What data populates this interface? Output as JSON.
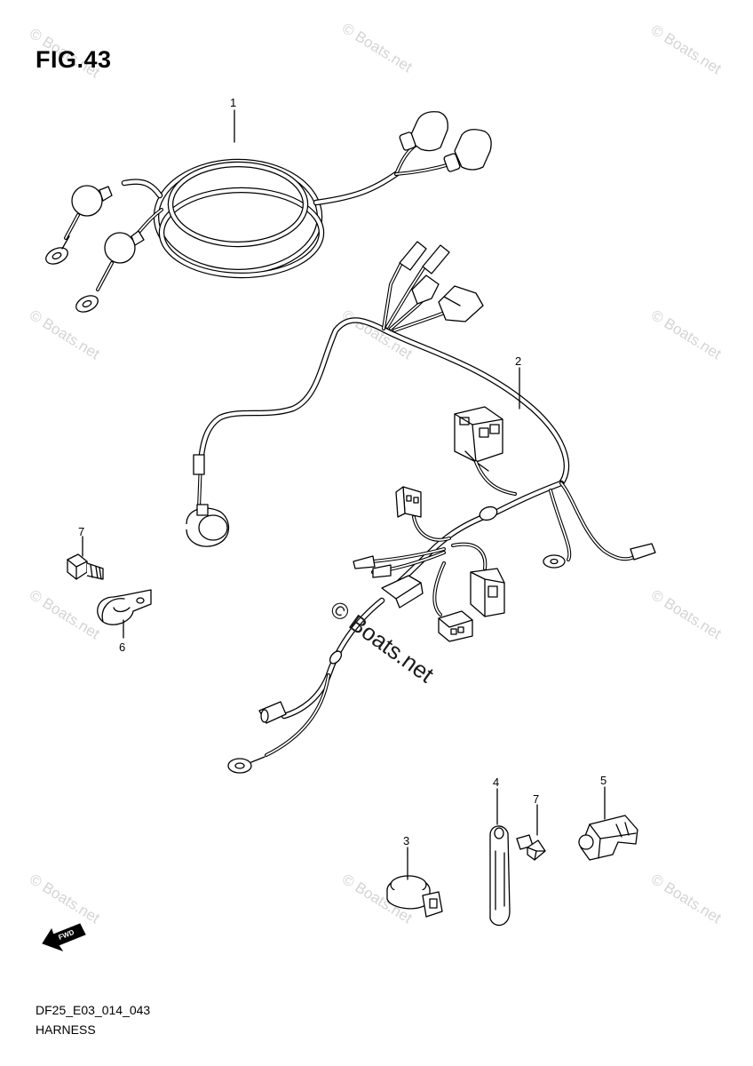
{
  "figure": {
    "title": "FIG.43",
    "code": "DF25_E03_014_043",
    "name": "HARNESS"
  },
  "watermark": {
    "text": "© Boats.net",
    "copyright_symbol": "©",
    "brand": "Boats.net"
  },
  "callouts": [
    "1",
    "2",
    "3",
    "4",
    "5",
    "6",
    "7",
    "7"
  ],
  "direction_indicator": {
    "label": "FWD"
  },
  "colors": {
    "ink": "#000000",
    "watermark": "#d4d4d4",
    "background": "#ffffff"
  }
}
